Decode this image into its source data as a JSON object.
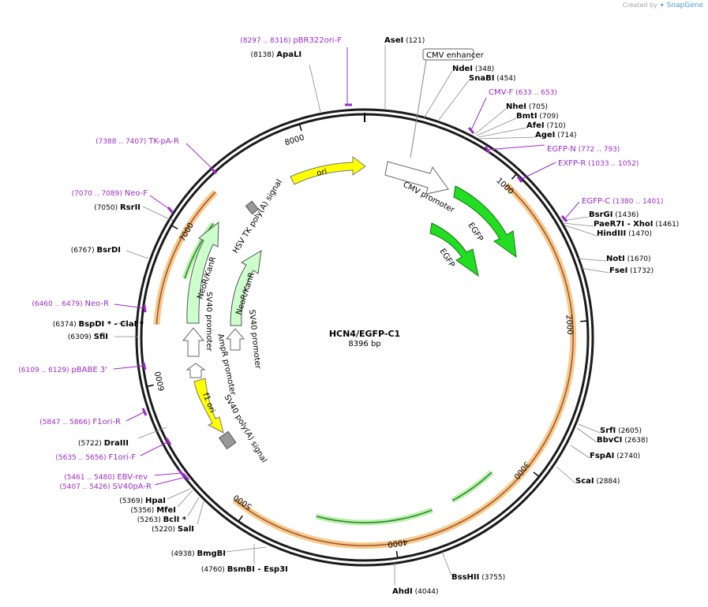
{
  "credit": {
    "prefix": "Created by",
    "brand": "SnapGene"
  },
  "plasmid": {
    "name": "HCN4/EGFP-C1",
    "length_label": "8396 bp",
    "length": 8396
  },
  "ticks": [
    {
      "label": "1000",
      "bp": 1000
    },
    {
      "label": "2000",
      "bp": 2000
    },
    {
      "label": "3000",
      "bp": 3000
    },
    {
      "label": "4000",
      "bp": 4000
    },
    {
      "label": "5000",
      "bp": 5000
    },
    {
      "label": "6000",
      "bp": 6000
    },
    {
      "label": "7000",
      "bp": 7000
    },
    {
      "label": "8000",
      "bp": 8000
    }
  ],
  "enzymes": [
    {
      "name": "AseI",
      "pos": "(121)"
    },
    {
      "name": "NdeI",
      "pos": "(348)"
    },
    {
      "name": "SnaBI",
      "pos": "(454)"
    },
    {
      "name": "NheI",
      "pos": "(705)"
    },
    {
      "name": "BmtI",
      "pos": "(709)"
    },
    {
      "name": "AfeI",
      "pos": "(710)"
    },
    {
      "name": "AgeI",
      "pos": "(714)"
    },
    {
      "name": "BsrGI",
      "pos": "(1436)"
    },
    {
      "name": "PaeR7I",
      "sep": "- XhoI",
      "pos": "(1461)"
    },
    {
      "name": "HindIII",
      "pos": "(1470)"
    },
    {
      "name": "NotI",
      "pos": "(1670)"
    },
    {
      "name": "FseI",
      "pos": "(1732)"
    },
    {
      "name": "SrfI",
      "pos": "(2605)"
    },
    {
      "name": "BbvCI",
      "pos": "(2638)"
    },
    {
      "name": "FspAI",
      "pos": "(2740)"
    },
    {
      "name": "ScaI",
      "pos": "(2884)"
    },
    {
      "name": "BssHII",
      "pos": "(3755)"
    },
    {
      "name": "AhdI",
      "pos": "(4044)"
    },
    {
      "name": "BsmBI",
      "sep": "- Esp3I",
      "pos": "(4760)"
    },
    {
      "name": "BmgBI",
      "pos": "(4938)"
    },
    {
      "name": "SalI",
      "pos": "(5220)"
    },
    {
      "name": "BclI *",
      "pos": "(5263)"
    },
    {
      "name": "MfeI",
      "pos": "(5356)"
    },
    {
      "name": "HpaI",
      "pos": "(5369)"
    },
    {
      "name": "DraIII",
      "pos": "(5722)"
    },
    {
      "name": "SfiI",
      "pos": "(6309)"
    },
    {
      "name": "BspDI *",
      "sep": "- ClaI *",
      "pos": "(6374)"
    },
    {
      "name": "BsrDI",
      "pos": "(6767)"
    },
    {
      "name": "RsrII",
      "pos": "(7050)"
    },
    {
      "name": "ApaLI",
      "pos": "(8138)"
    }
  ],
  "primers": [
    {
      "name": "pBR322ori-F",
      "pos": "(8297 .. 8316)"
    },
    {
      "name": "CMV-F",
      "pos": "(633 .. 653)"
    },
    {
      "name": "EGFP-N",
      "pos": "(772 .. 793)"
    },
    {
      "name": "EXFP-R",
      "pos": "(1033 .. 1052)"
    },
    {
      "name": "EGFP-C",
      "pos": "(1380 .. 1401)"
    },
    {
      "name": "TK-pA-R",
      "pos": "(7388 .. 7407)"
    },
    {
      "name": "Neo-F",
      "pos": "(7070 .. 7089)"
    },
    {
      "name": "Neo-R",
      "pos": "(6460 .. 6479)"
    },
    {
      "name": "pBABE 3'",
      "pos": "(6109 .. 6129)"
    },
    {
      "name": "F1ori-R",
      "pos": "(5847 .. 5866)"
    },
    {
      "name": "F1ori-F",
      "pos": "(5635 .. 5656)"
    },
    {
      "name": "EBV-rev",
      "pos": "(5461 .. 5480)"
    },
    {
      "name": "SV40pA-R",
      "pos": "(5407 .. 5426)"
    }
  ],
  "features": [
    {
      "label": "CMV enhancer"
    },
    {
      "label": "CMV promoter"
    },
    {
      "label": "EGFP"
    },
    {
      "label": "EGFP"
    },
    {
      "label": "ori"
    },
    {
      "label": "HSV TK poly(A) signal"
    },
    {
      "label": "NeoR/KanR"
    },
    {
      "label": "NeoR/KanR"
    },
    {
      "label": "SV40 promoter"
    },
    {
      "label": "SV40 promoter"
    },
    {
      "label": "AmpR promoter"
    },
    {
      "label": "f1 ori"
    },
    {
      "label": "SV40 poly(A) signal"
    }
  ],
  "colors": {
    "backbone": "#1a1a1a",
    "primer": "#9a2cc8",
    "enzyme_line": "#888888",
    "orf_highlight": "#f6c98a",
    "orf_line": "#a0522d",
    "egfp": "#22dd22",
    "ori": "#ffff00",
    "neor": "#ccffcc",
    "promoter": "#ffffff",
    "polyA": "#999999"
  }
}
